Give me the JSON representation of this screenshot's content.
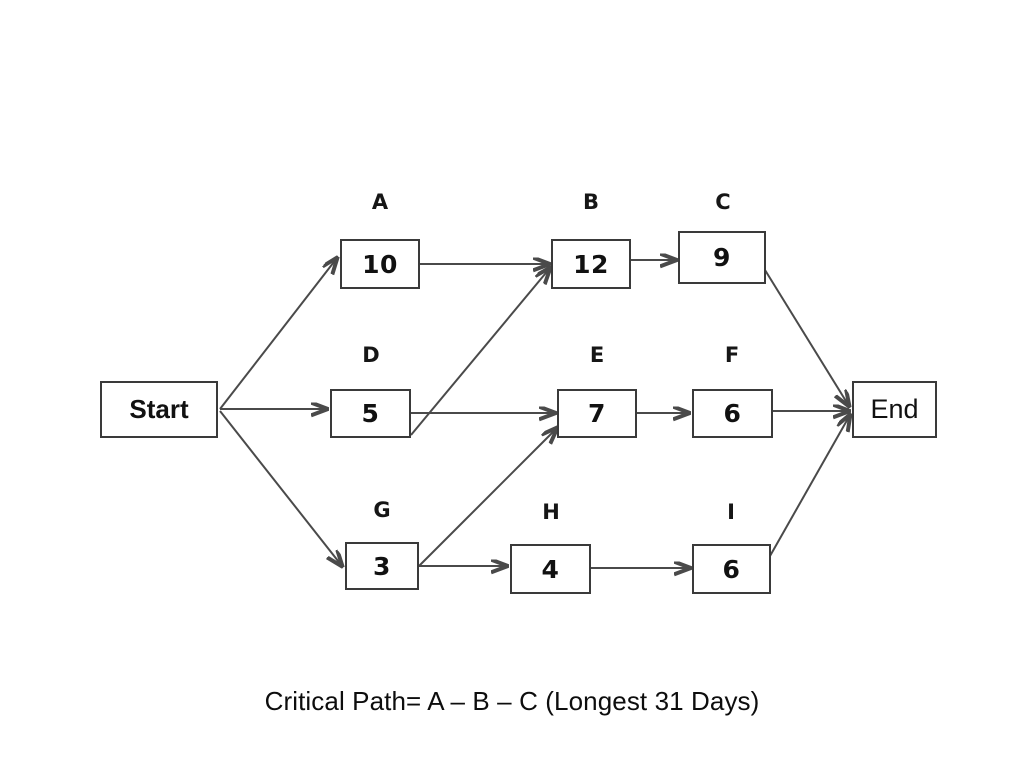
{
  "diagram": {
    "type": "activity-on-node-network",
    "start_label": "Start",
    "end_label": "End",
    "nodes": [
      {
        "id": "A",
        "label": "A",
        "duration": "10"
      },
      {
        "id": "B",
        "label": "B",
        "duration": "12"
      },
      {
        "id": "C",
        "label": "C",
        "duration": "9"
      },
      {
        "id": "D",
        "label": "D",
        "duration": "5"
      },
      {
        "id": "E",
        "label": "E",
        "duration": "7"
      },
      {
        "id": "F",
        "label": "F",
        "duration": "6"
      },
      {
        "id": "G",
        "label": "G",
        "duration": "3"
      },
      {
        "id": "H",
        "label": "H",
        "duration": "4"
      },
      {
        "id": "I",
        "label": "I",
        "duration": "6"
      }
    ],
    "edges": [
      {
        "from": "Start",
        "to": "A"
      },
      {
        "from": "Start",
        "to": "D"
      },
      {
        "from": "Start",
        "to": "G"
      },
      {
        "from": "A",
        "to": "B"
      },
      {
        "from": "B",
        "to": "C"
      },
      {
        "from": "C",
        "to": "End"
      },
      {
        "from": "D",
        "to": "B"
      },
      {
        "from": "D",
        "to": "E"
      },
      {
        "from": "E",
        "to": "F"
      },
      {
        "from": "F",
        "to": "End"
      },
      {
        "from": "G",
        "to": "E"
      },
      {
        "from": "G",
        "to": "H"
      },
      {
        "from": "H",
        "to": "I"
      },
      {
        "from": "I",
        "to": "End"
      }
    ]
  },
  "caption": {
    "text": "Critical Path= A – B – C (Longest 31 Days)"
  },
  "colors": {
    "background": "#ffffff",
    "node_border": "#3a3a3a",
    "edge": "#4a4a4a",
    "text": "#111111"
  }
}
